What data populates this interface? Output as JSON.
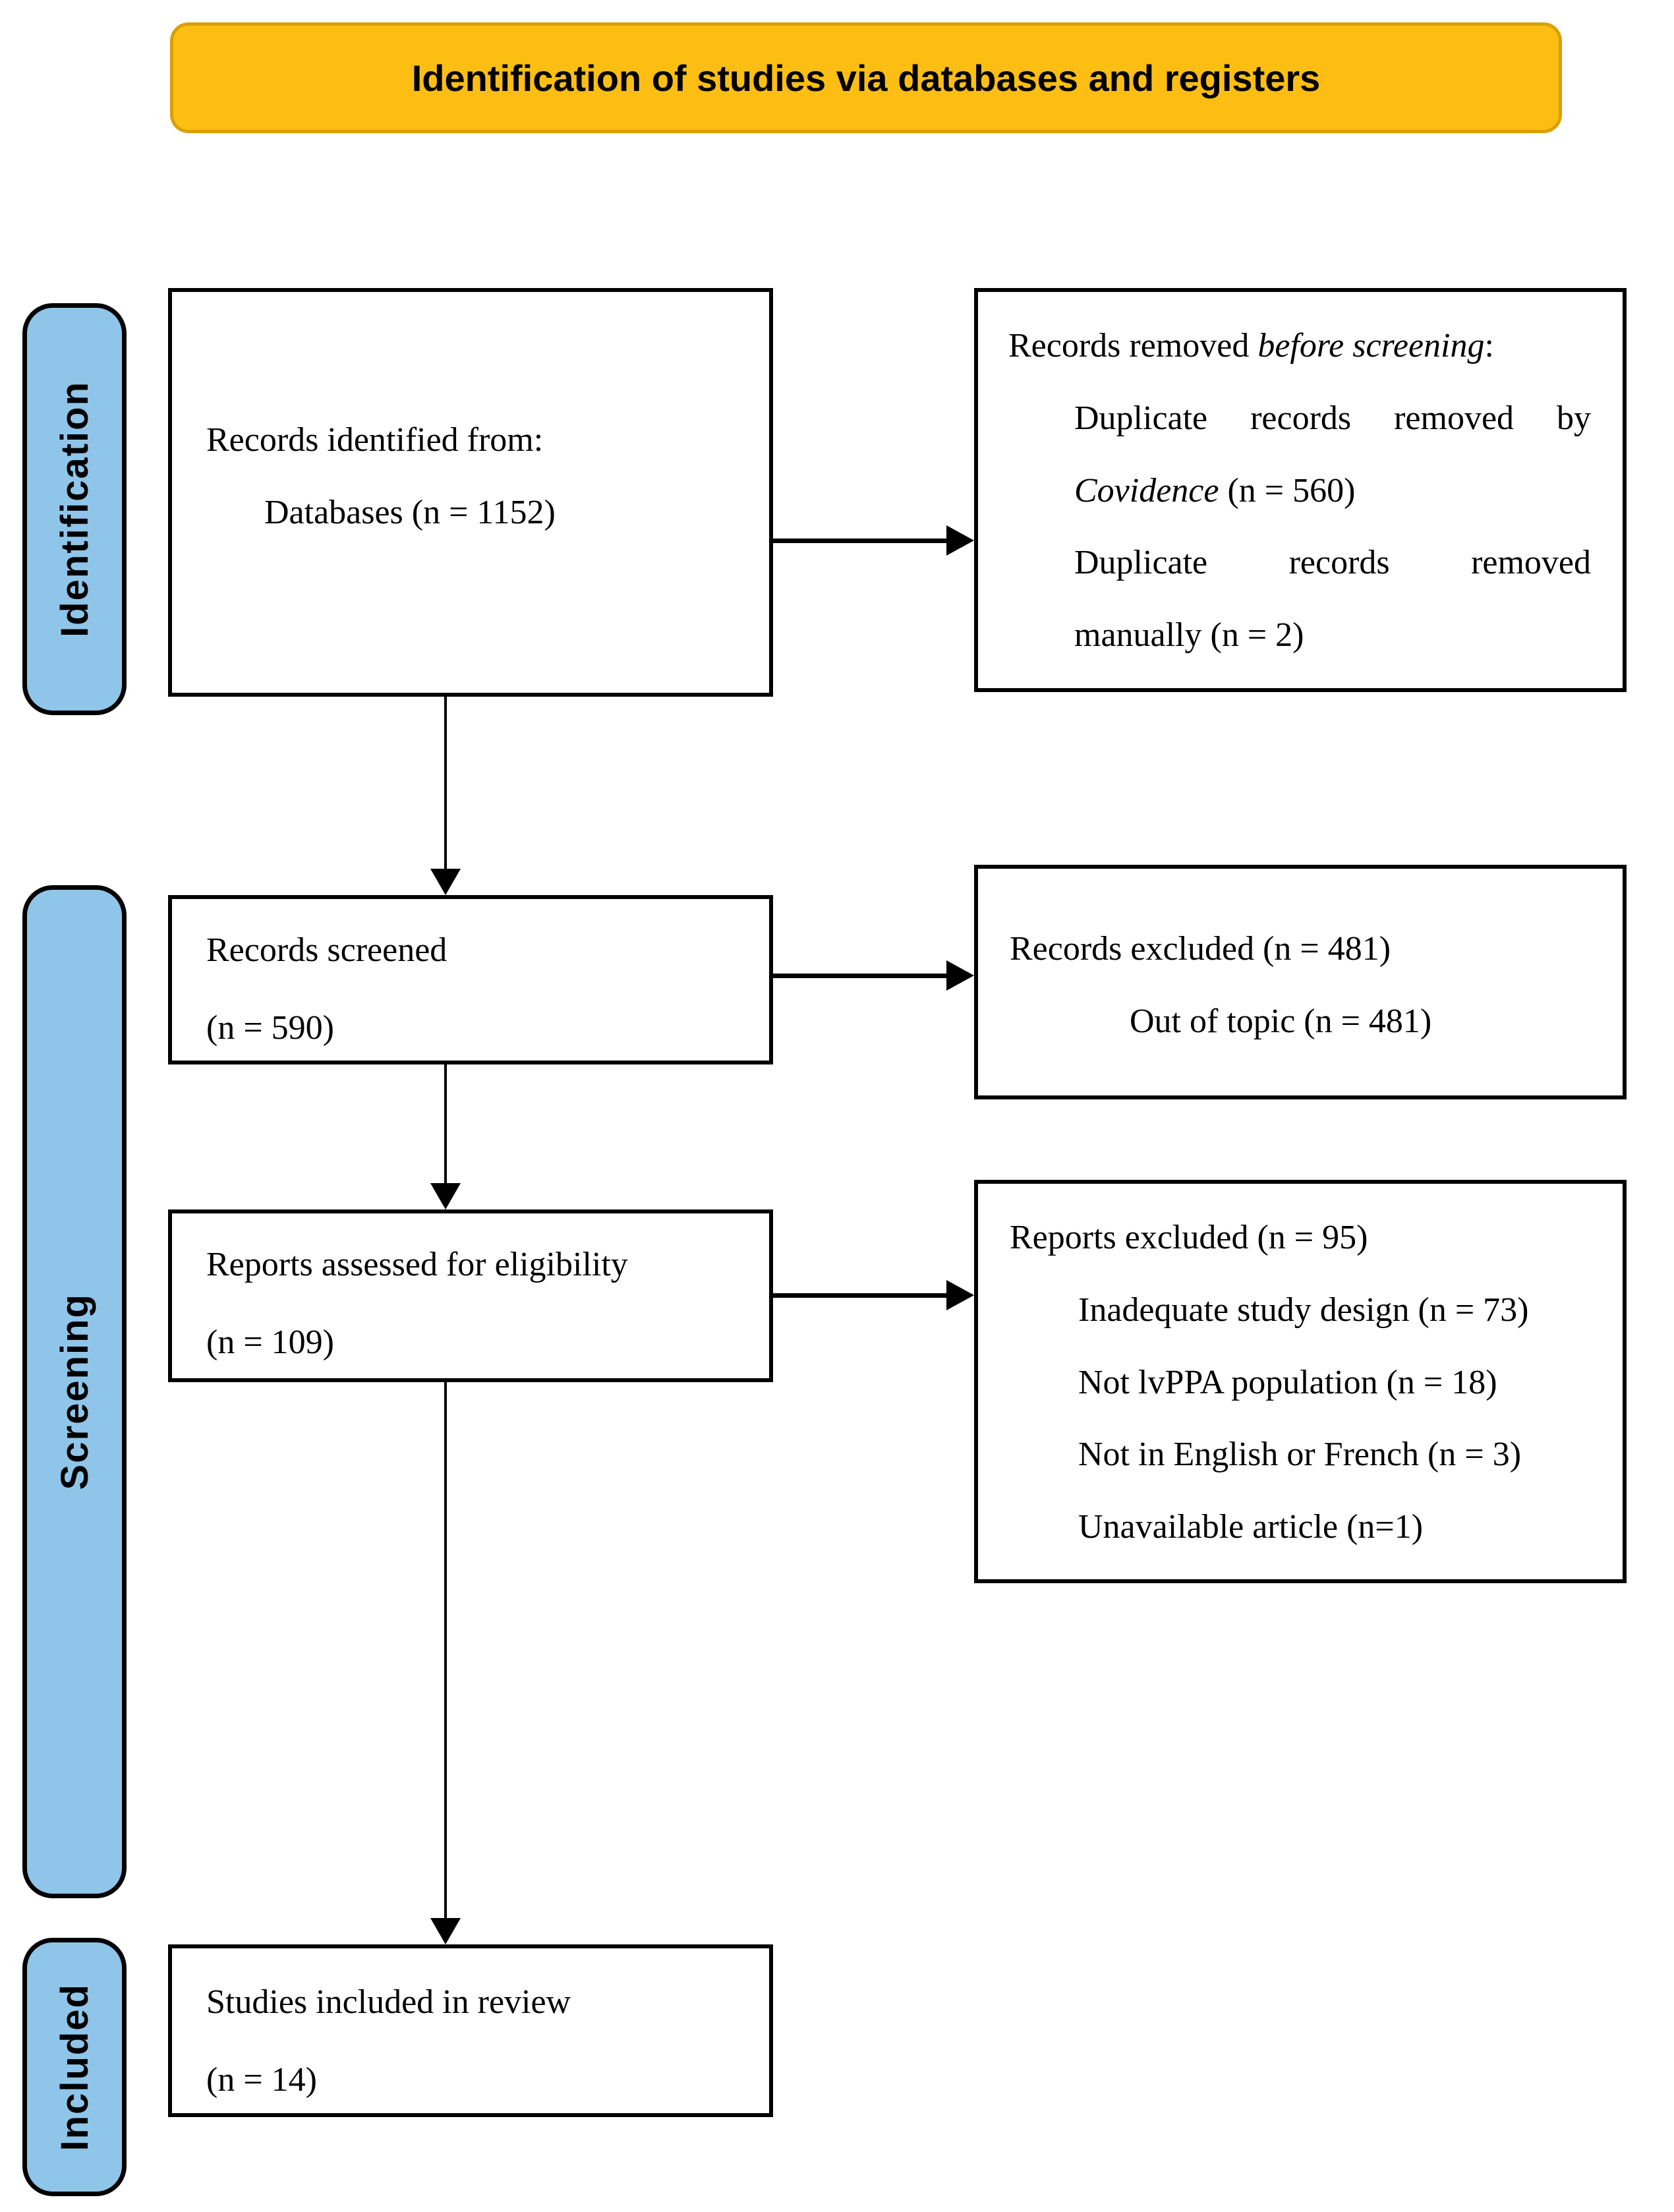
{
  "banner": {
    "label": "Identification of studies via databases and registers"
  },
  "stages": {
    "identification": "Identification",
    "screening": "Screening",
    "included": "Included"
  },
  "boxes": {
    "records_identified": {
      "line1": "Records identified from:",
      "line2": "Databases (n = 1152)"
    },
    "records_removed": {
      "heading_prefix": "Records removed ",
      "heading_italic": "before screening",
      "heading_suffix": ":",
      "item1_line1": "Duplicate records removed by",
      "item1_line2_italic": "Covidence",
      "item1_line2_suffix": " (n = 560)",
      "item2_line1": "Duplicate records removed",
      "item2_line2": "manually (n = 2)"
    },
    "records_screened": {
      "line1": "Records screened",
      "line2": "(n = 590)"
    },
    "records_excluded": {
      "line1": "Records excluded (n = 481)",
      "line2": "Out of topic (n = 481)"
    },
    "reports_assessed": {
      "line1": "Reports assessed for eligibility",
      "line2": "(n = 109)"
    },
    "reports_excluded": {
      "heading": "Reports excluded (n = 95)",
      "items": [
        "Inadequate study design (n = 73)",
        "Not lvPPA population (n = 18)",
        "Not in English or French (n = 3)",
        "Unavailable article (n=1)"
      ]
    },
    "studies_included": {
      "line1": "Studies included in review",
      "line2": "(n = 14)"
    }
  },
  "colors": {
    "banner_fill": "#FCBE13",
    "banner_border": "#D9A005",
    "stage_fill": "#8FC5E9"
  }
}
